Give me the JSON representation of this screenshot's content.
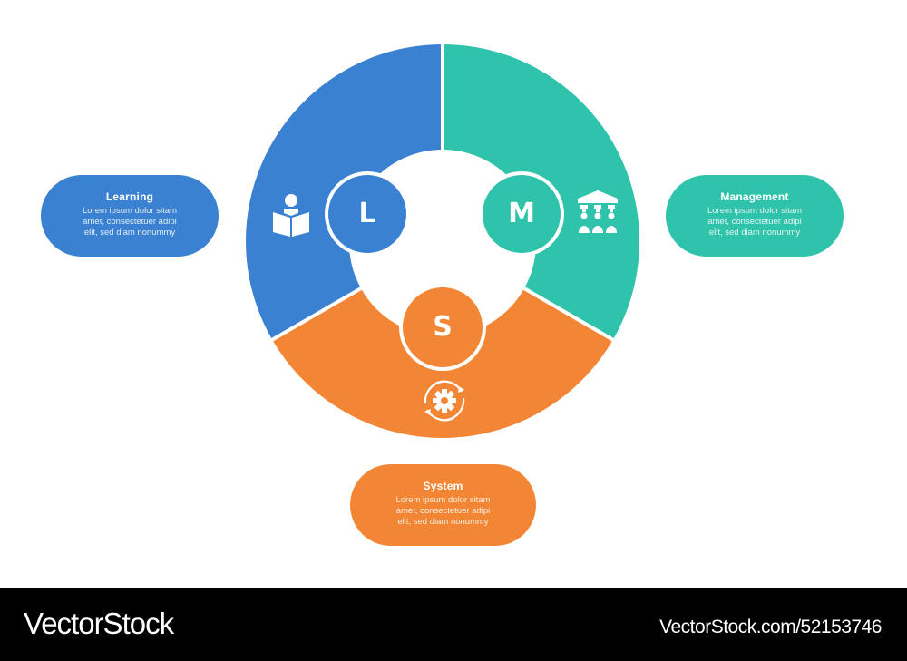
{
  "diagram": {
    "colors": {
      "learning": "#3a81d2",
      "management": "#2fc3ab",
      "system": "#f28634",
      "background": "#ffffff"
    },
    "segments": [
      {
        "key": "learning",
        "letter": "L",
        "icon": "reading-person-icon",
        "title": "Learning",
        "description": [
          "Lorem ipsum dolor sitam",
          "amet, consectetuer adipi",
          "elit, sed diam nonummy"
        ]
      },
      {
        "key": "management",
        "letter": "M",
        "icon": "institution-people-icon",
        "title": "Management",
        "description": [
          "Lorem ipsum dolor sitam",
          "amet, consectetuer adipi",
          "elit, sed diam nonummy"
        ]
      },
      {
        "key": "system",
        "letter": "S",
        "icon": "gear-cycle-icon",
        "title": "System",
        "description": [
          "Lorem ipsum dolor sitam",
          "amet, consectetuer adipi",
          "elit, sed diam nonummy"
        ]
      }
    ]
  },
  "footer": {
    "brand": "VectorStock",
    "reference": "VectorStock.com/52153746"
  }
}
